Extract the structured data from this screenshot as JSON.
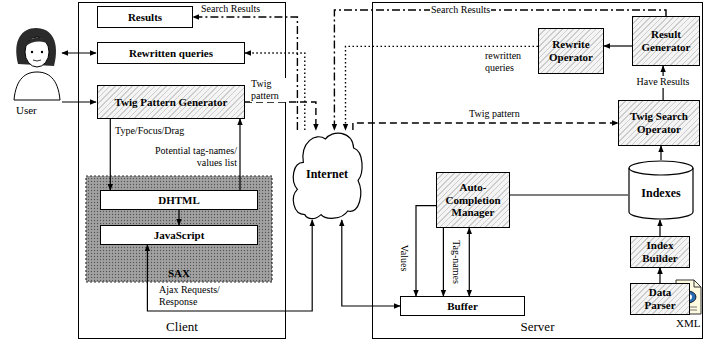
{
  "diagram": {
    "nodes": [
      {
        "text": [
          "Client"
        ]
      },
      {
        "text": [
          "Results"
        ],
        "in": 0
      },
      {
        "text": [
          "Rewritten queries"
        ],
        "in": 0
      },
      {
        "text": [
          "Twig Pattern Generator"
        ],
        "in": 0
      },
      {
        "text": [
          "SAX"
        ],
        "in": 0
      },
      {
        "text": [
          "DHTML"
        ],
        "in": 4
      },
      {
        "text": [
          "JavaScript"
        ],
        "in": 4
      },
      {
        "text": [
          "Internet"
        ]
      },
      {
        "text": [
          "Server"
        ]
      },
      {
        "text": [
          "Rewrite Operator"
        ],
        "in": 8
      },
      {
        "text": [
          "Result Generator"
        ],
        "in": 8
      },
      {
        "text": [
          "Twig Search Operator"
        ],
        "in": 8
      },
      {
        "text": [
          "Indexes"
        ],
        "in": 8
      },
      {
        "text": [
          "Auto-Completion Manager"
        ],
        "in": 8
      },
      {
        "text": [
          "Index Builder"
        ],
        "in": 8
      },
      {
        "text": [
          "Data Parser"
        ],
        "in": 8
      },
      {
        "text": [
          "Buffer"
        ],
        "in": 8
      }
    ],
    "edges": [
      {
        "from": 3,
        "to": 7,
        "label": "Twig pattern",
        "arrow": "to"
      },
      {
        "from": 7,
        "to": 11,
        "label": "Twig pattern",
        "arrow": "to"
      },
      {
        "from": 3,
        "to": 5,
        "label": "Type/Focus/Drag",
        "arrow": "to"
      },
      {
        "from": 5,
        "to": 6,
        "arrow": "to"
      },
      {
        "from": 5,
        "to": 3,
        "label": "Potential tag-names/ values list",
        "arrow": "to"
      },
      {
        "from": 6,
        "to": 7,
        "label": "Ajax Requests/ Response",
        "arrow": "both"
      },
      {
        "from": 7,
        "to": 16,
        "arrow": "both"
      },
      {
        "from": 13,
        "to": 16,
        "arrow": "both"
      },
      {
        "from": 13,
        "to": 16,
        "label": "Values",
        "arrow": "to"
      },
      {
        "from": 13,
        "to": 16,
        "label": "Tag-names",
        "arrow": "to"
      },
      {
        "from": 13,
        "to": 12,
        "arrow": "none"
      },
      {
        "from": 12,
        "to": 11,
        "arrow": "to"
      },
      {
        "from": 11,
        "to": 10,
        "label": "Have Results",
        "arrow": "to"
      },
      {
        "from": 10,
        "to": 9,
        "arrow": "to"
      },
      {
        "from": 9,
        "to": 7,
        "label": "rewritten queries",
        "arrow": "to"
      },
      {
        "from": 7,
        "to": 2,
        "arrow": "to"
      },
      {
        "from": 10,
        "to": 7,
        "label": "Search Results",
        "arrow": "to"
      },
      {
        "from": 7,
        "to": 1,
        "label": "Search Results",
        "arrow": "to"
      },
      {
        "from": 15,
        "to": 14,
        "arrow": "to"
      },
      {
        "from": 14,
        "to": 12,
        "arrow": "to"
      }
    ],
    "labels": [
      "User",
      "XML"
    ]
  }
}
